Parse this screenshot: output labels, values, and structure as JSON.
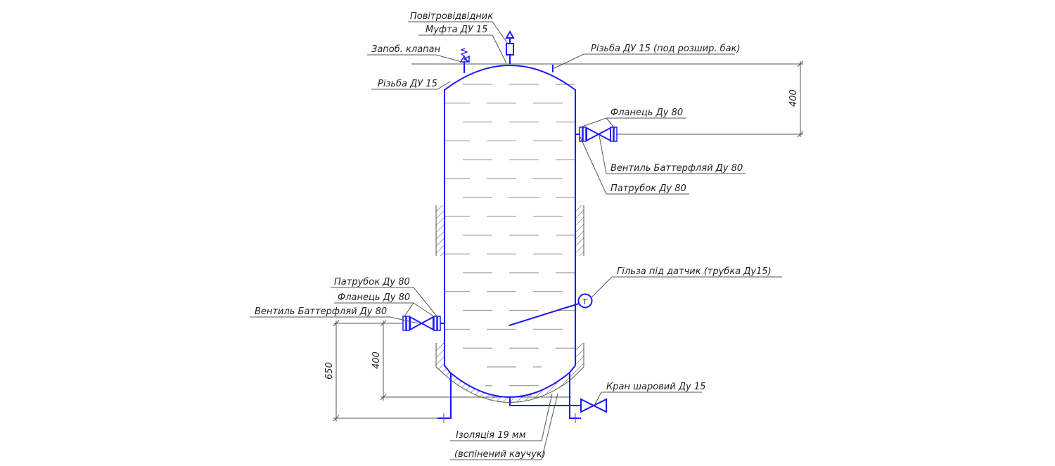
{
  "colors": {
    "equipment": "#1a1aff",
    "annotation": "#555555",
    "text": "#222222"
  },
  "labels": {
    "air_vent": "Повітровідвідник",
    "coupling": "Муфта ДУ 15",
    "safety_valve": "Запоб. клапан",
    "thread_top_left": "Різьба ДУ 15",
    "thread_expansion": "Різьба ДУ 15 (под розшир. бак)",
    "flange_right": "Фланець Ду 80",
    "butterfly_right": "Вентиль Баттерфляй Ду 80",
    "nozzle_right": "Патрубок Ду 80",
    "sensor_sleeve": "Гільза під датчик (трубка Ду15)",
    "nozzle_left": "Патрубок Ду 80",
    "flange_left": "Фланець Ду 80",
    "butterfly_left": "Вентиль Баттерфляй Ду 80",
    "ball_valve": "Кран шаровий Ду 15",
    "insulation_1": "Ізоляція 19 мм",
    "insulation_2": "(вспінений каучук)",
    "sensor_symbol": "T"
  },
  "dimensions": {
    "top_to_upper_nozzle": "400",
    "floor_to_lower_nozzle": "650",
    "bottom_to_lower_nozzle": "400"
  }
}
